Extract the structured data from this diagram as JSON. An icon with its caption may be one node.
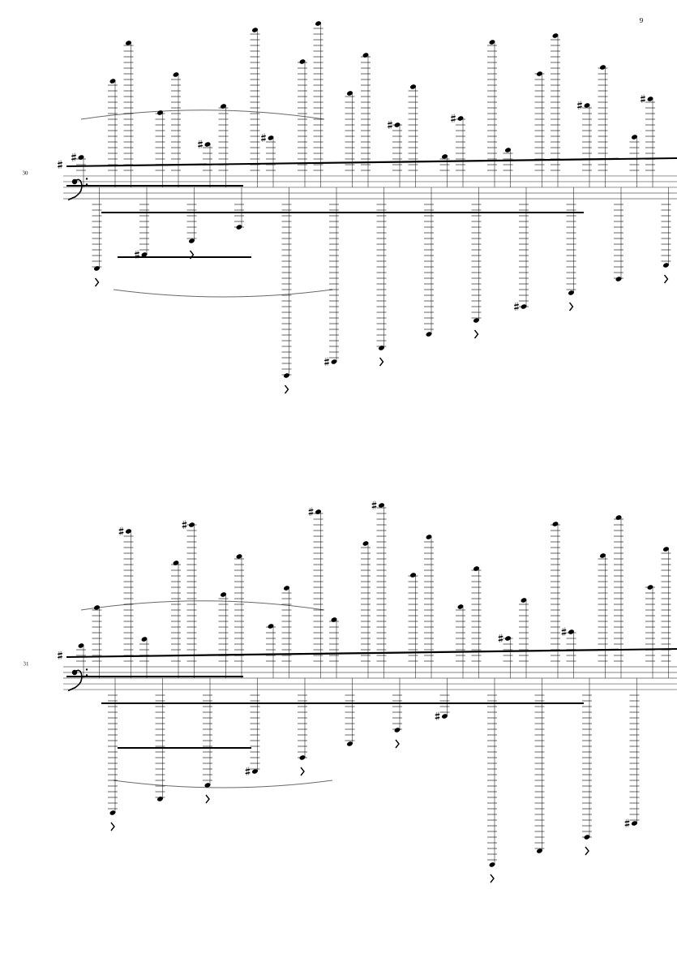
{
  "diagram": {
    "labels": [
      "9",
      "30",
      "31"
    ]
  }
}
